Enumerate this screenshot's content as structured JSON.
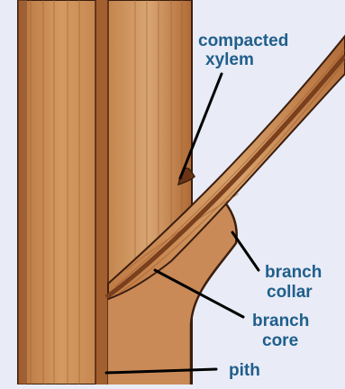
{
  "colors": {
    "background": "#e9ebf6",
    "wood": "#c98a57",
    "wood_dark": "#8a4f29",
    "wood_light": "#e0ad7a",
    "outline": "#3b1e0e",
    "label_text": "#1f5f8c",
    "leader_line": "#000000"
  },
  "labels": {
    "compacted_xylem": [
      "compacted",
      "xylem"
    ],
    "branch_collar": [
      "branch",
      "collar"
    ],
    "branch_core": [
      "branch",
      "core"
    ],
    "pith": "pith"
  }
}
